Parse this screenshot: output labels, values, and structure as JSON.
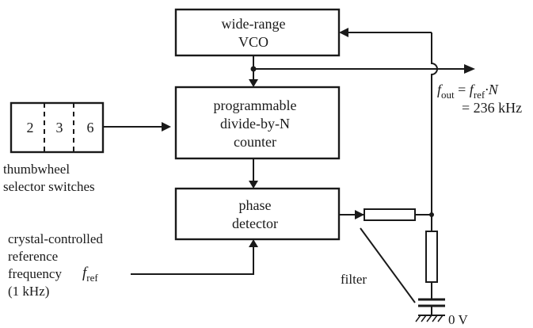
{
  "blocks": {
    "vco": {
      "lines": [
        "wide-range",
        "VCO"
      ]
    },
    "divider": {
      "lines": [
        "programmable",
        "divide-by-N",
        "counter"
      ]
    },
    "phase_detector": {
      "lines": [
        "phase",
        "detector"
      ]
    }
  },
  "thumbwheel": {
    "digits": [
      "2",
      "3",
      "6"
    ],
    "caption_lines": [
      "thumbwheel",
      "selector switches"
    ]
  },
  "reference": {
    "lines": [
      "crystal-controlled",
      "reference",
      "frequency",
      "(1 kHz)"
    ],
    "symbol_base": "f",
    "symbol_sub": "ref"
  },
  "output": {
    "f": "f",
    "out_sub": "out",
    "eq": " = ",
    "ref_f": "f",
    "ref_sub": "ref",
    "n_sym": "·N",
    "value": "= 236 kHz"
  },
  "filter_label": "filter",
  "ground_label": "0 V"
}
